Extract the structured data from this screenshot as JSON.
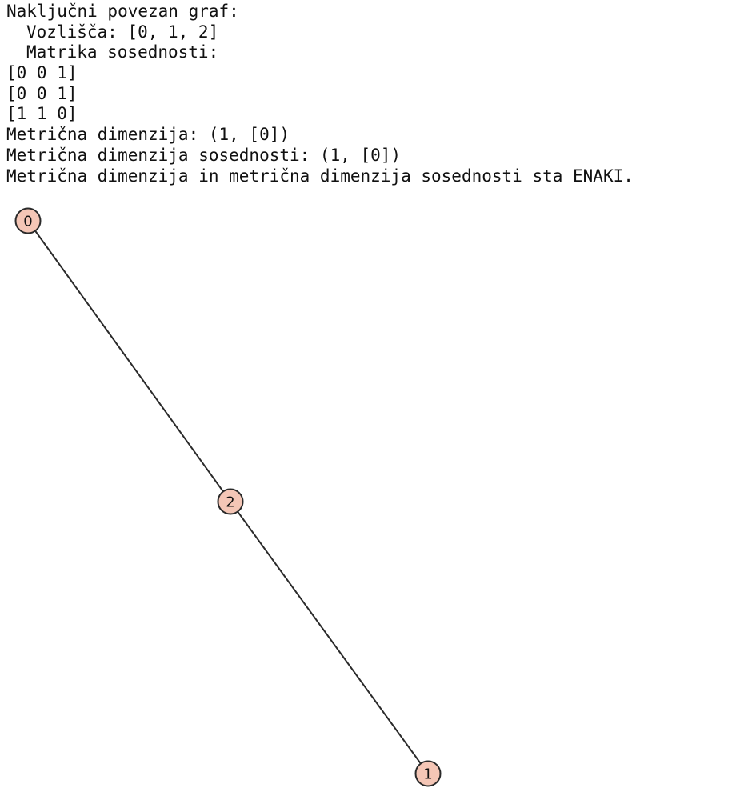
{
  "output": {
    "title": "Naključni povezan graf:",
    "vertices_line": "Vozlišča: [0, 1, 2]",
    "matrix_label": "Matrika sosednosti:",
    "matrix_rows": [
      "[0 0 1]",
      "[0 0 1]",
      "[1 1 0]"
    ],
    "metric_dimension": "Metrična dimenzija: (1, [0])",
    "adjacency_metric_dimension": "Metrična dimenzija sosednosti: (1, [0])",
    "conclusion": "Metrična dimenzija in metrična dimenzija sosednosti sta ENAKI."
  },
  "graph": {
    "node_fill": "#f4c6b6",
    "node_stroke": "#2a2a2a",
    "edge_color": "#2a2a2a",
    "nodes": [
      {
        "id": "0",
        "label": "0"
      },
      {
        "id": "1",
        "label": "1"
      },
      {
        "id": "2",
        "label": "2"
      }
    ],
    "edges": [
      {
        "source": "0",
        "target": "2"
      },
      {
        "source": "2",
        "target": "1"
      }
    ]
  }
}
